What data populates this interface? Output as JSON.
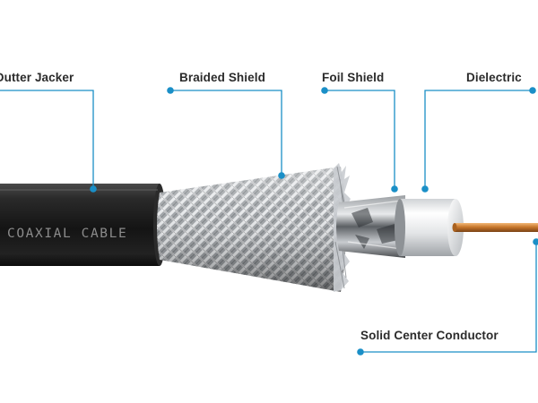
{
  "diagram": {
    "labels": {
      "outer_jacket": "Outter Jacker",
      "braided_shield": "Braided Shield",
      "foil_shield": "Foil Shield",
      "dielectric": "Dielectric",
      "center_conductor": "Solid Center Conductor"
    },
    "cable_print": "COAXIAL CABLE",
    "colors": {
      "leader_line": "#1a8fc7",
      "jacket": "#1e1e1e",
      "braid": "#b9bcc0",
      "dielectric": "#e4e6e8",
      "conductor": "#c8782c",
      "label_text": "#2b2b2b"
    }
  }
}
